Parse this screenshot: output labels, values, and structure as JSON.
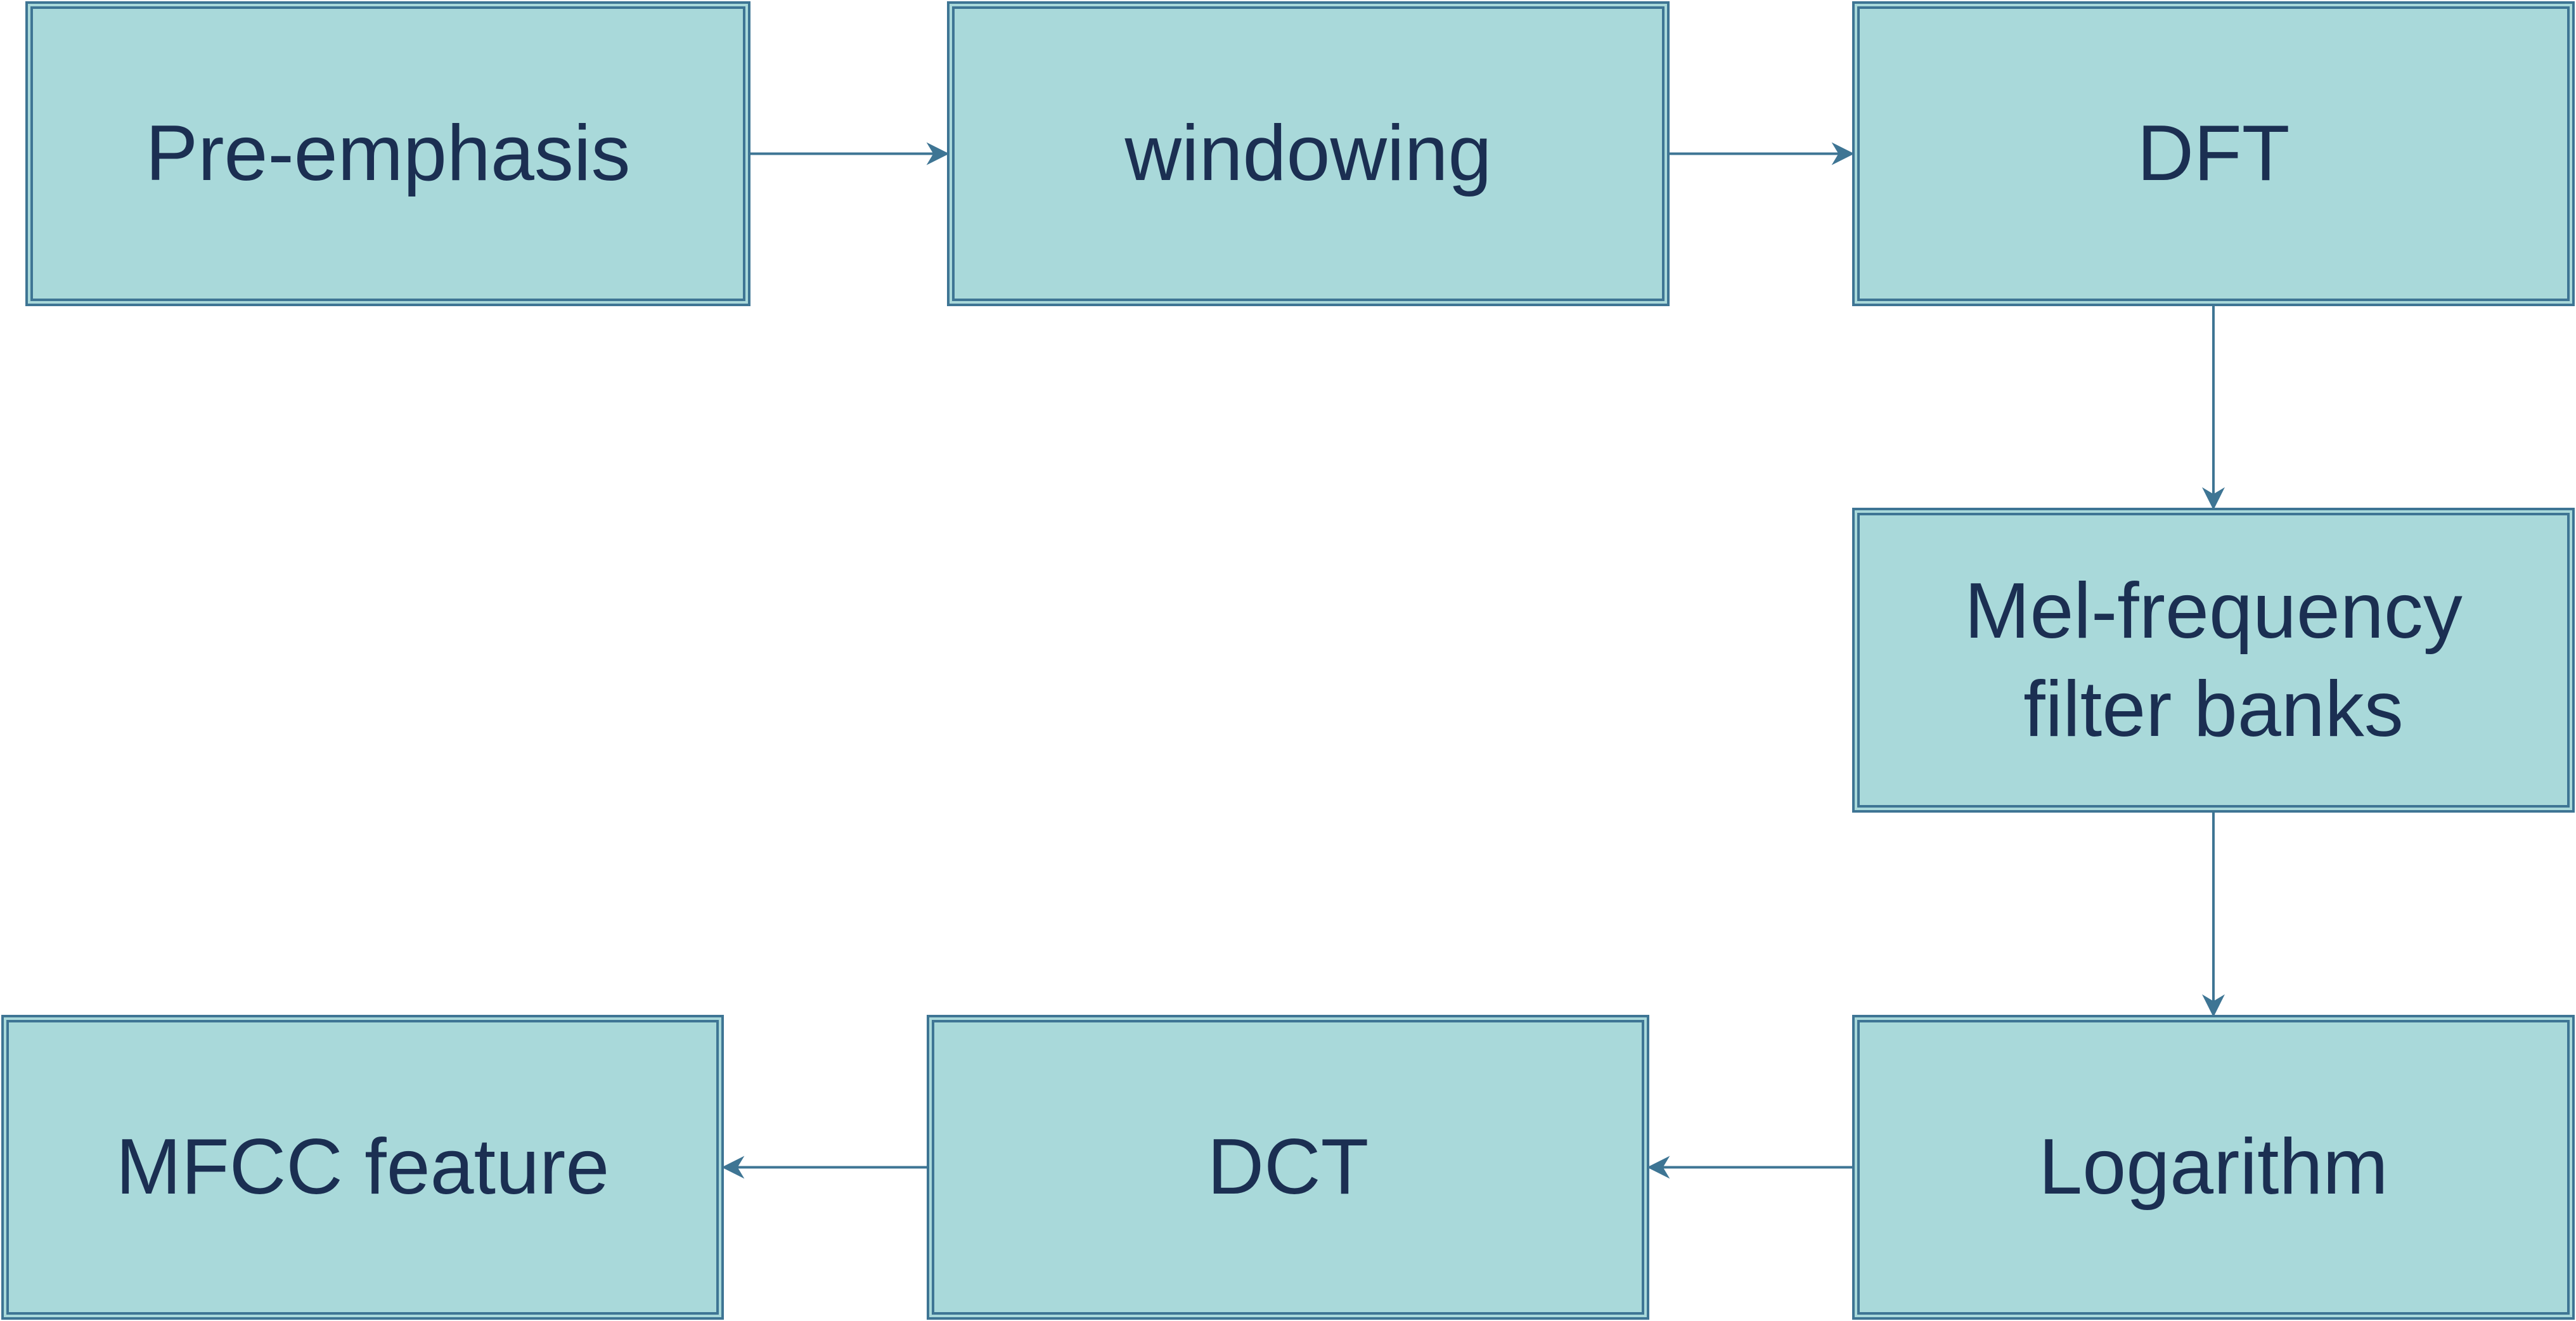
{
  "colors": {
    "box_fill": "#a9d9da",
    "box_border": "#3e7594",
    "text": "#1b2f52",
    "arrow": "#3e7594",
    "background": "#ffffff"
  },
  "nodes": {
    "pre_emphasis": "Pre-emphasis",
    "windowing": "windowing",
    "dft": "DFT",
    "mel": "Mel-frequency\nfilter banks",
    "logarithm": "Logarithm",
    "dct": "DCT",
    "mfcc": "MFCC feature"
  },
  "edges": [
    {
      "from": "pre_emphasis",
      "to": "windowing"
    },
    {
      "from": "windowing",
      "to": "dft"
    },
    {
      "from": "dft",
      "to": "mel"
    },
    {
      "from": "mel",
      "to": "logarithm"
    },
    {
      "from": "logarithm",
      "to": "dct"
    },
    {
      "from": "dct",
      "to": "mfcc"
    }
  ]
}
